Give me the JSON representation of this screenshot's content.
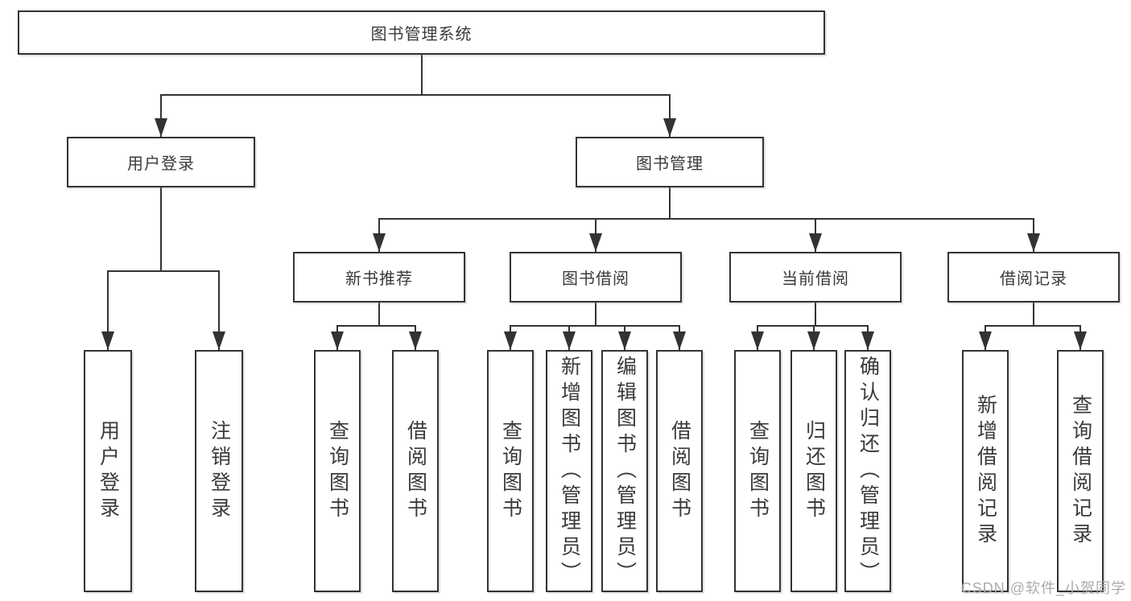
{
  "colors": {
    "line": "#333333",
    "box_border": "#333333",
    "text": "#3a3a3a",
    "watermark": "#ababab",
    "background": "#ffffff"
  },
  "watermark": {
    "text": "CSDN @软件_小贺同学"
  },
  "tree": {
    "root": {
      "label": "图书管理系统",
      "children": [
        {
          "label": "用户登录",
          "children": [
            {
              "label": "用户登录"
            },
            {
              "label": "注销登录"
            }
          ]
        },
        {
          "label": "图书管理",
          "children": [
            {
              "label": "新书推荐",
              "children": [
                {
                  "label": "查询图书"
                },
                {
                  "label": "借阅图书"
                }
              ]
            },
            {
              "label": "图书借阅",
              "children": [
                {
                  "label": "查询图书"
                },
                {
                  "label": "新增图书（管理员）"
                },
                {
                  "label": "编辑图书（管理员）"
                },
                {
                  "label": "借阅图书"
                }
              ]
            },
            {
              "label": "当前借阅",
              "children": [
                {
                  "label": "查询图书"
                },
                {
                  "label": "归还图书"
                },
                {
                  "label": "确认归还（管理员）"
                }
              ]
            },
            {
              "label": "借阅记录",
              "children": [
                {
                  "label": "新增借阅记录"
                },
                {
                  "label": "查询借阅记录"
                }
              ]
            }
          ]
        }
      ]
    }
  }
}
